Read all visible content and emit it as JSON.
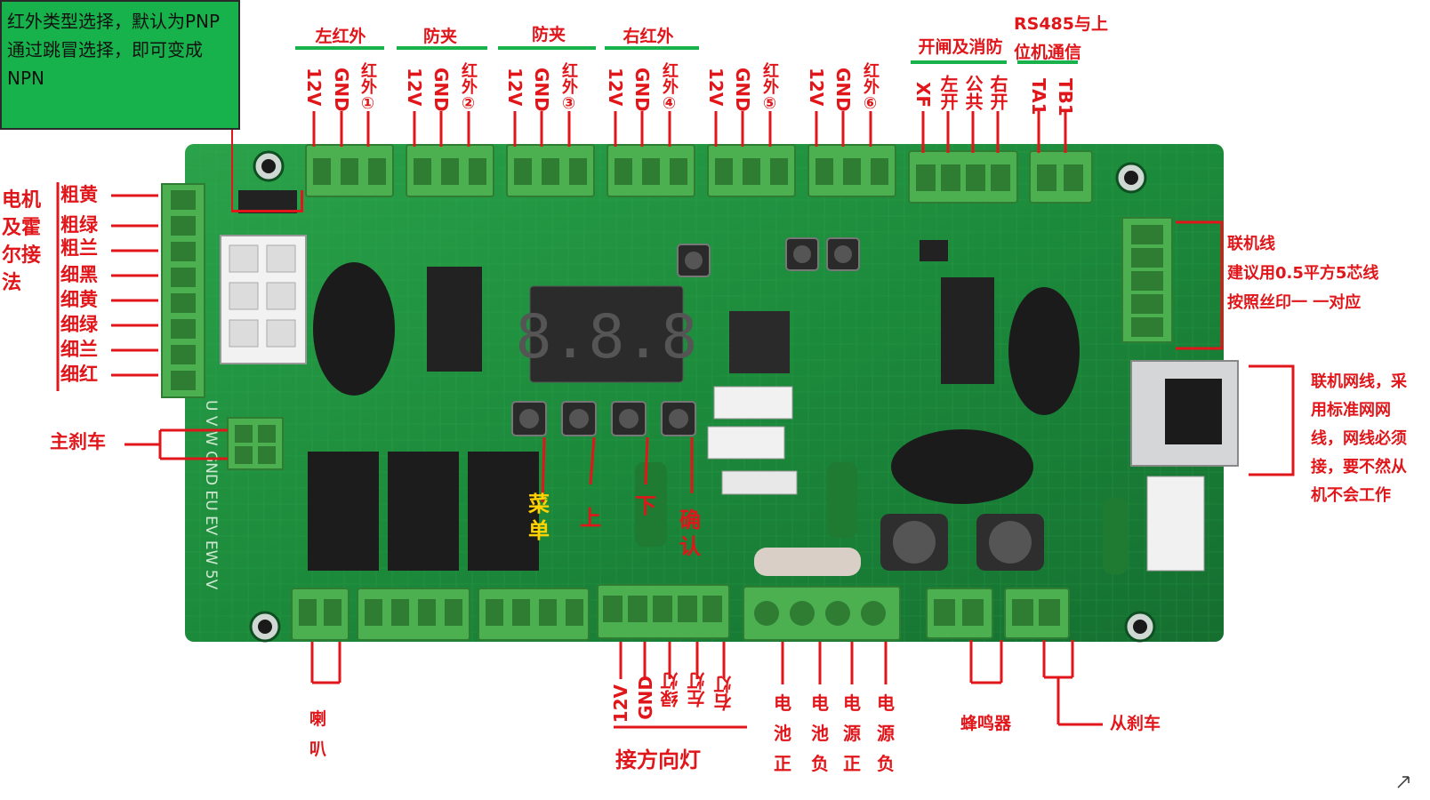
{
  "note": {
    "lines": [
      "红外类型选择，默认为PNP",
      "通过跳冒选择，即可变成",
      "NPN"
    ]
  },
  "top_groups": {
    "left_ir": "左红外",
    "anti_pinch_1": "防夹",
    "anti_pinch_2": "防夹",
    "right_ir": "右红外",
    "gate_fire": "开闸及消防",
    "rs485_1": "RS485与上",
    "rs485_2": "位机通信"
  },
  "top_pins": [
    [
      "12V",
      "GND",
      "红外①"
    ],
    [
      "12V",
      "GND",
      "红外②"
    ],
    [
      "12V",
      "GND",
      "红外③"
    ],
    [
      "12V",
      "GND",
      "红外④"
    ],
    [
      "12V",
      "GND",
      "红外⑤"
    ],
    [
      "12V",
      "GND",
      "红外⑥"
    ],
    [
      "XF",
      "左开",
      "公共",
      "右开"
    ],
    [
      "TA1",
      "TB1"
    ]
  ],
  "left_side": {
    "title_chars": [
      "电机",
      "及霍",
      "尔接",
      "法"
    ],
    "wires": [
      "粗黄",
      "粗绿",
      "粗兰",
      "细黑",
      "细黄",
      "细绿",
      "细兰",
      "细红"
    ],
    "main_brake": "主刹车"
  },
  "right_side": {
    "link_cable": [
      "联机线",
      "建议用0.5平方5芯线",
      "按照丝印一 一对应"
    ],
    "network": [
      "联机网线，采",
      "用标准网网",
      "线，网线必须",
      "接，要不然从",
      "机不会工作"
    ]
  },
  "buttons": {
    "menu": [
      "菜",
      "单"
    ],
    "up": "上",
    "down": "下",
    "confirm": [
      "确",
      "认"
    ]
  },
  "display": "8.8.8",
  "bottom": {
    "horn": [
      "喇",
      "叭"
    ],
    "turn_pins": [
      "12V",
      "GND",
      "绿灯",
      "左灯",
      "右灯"
    ],
    "turn_title": "接方向灯",
    "power": [
      [
        "电",
        "池",
        "正"
      ],
      [
        "电",
        "池",
        "负"
      ],
      [
        "电",
        "源",
        "正"
      ],
      [
        "电",
        "源",
        "负"
      ]
    ],
    "buzzer": "蜂鸣器",
    "slave_brake": "从刹车"
  },
  "pcb_silk": "U V W GND EU EV EW 5V",
  "colors": {
    "accent_red": "#e0161a",
    "pcb_green": "#1f8f3f",
    "terminal_green": "#4caf50",
    "note_green": "#17b24b"
  }
}
